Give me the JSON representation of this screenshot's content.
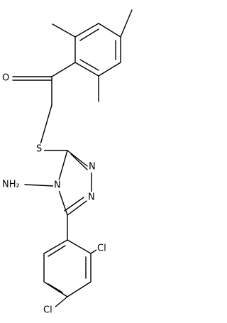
{
  "structure": {
    "labels": {
      "oxygen": "O",
      "sulfur": "S",
      "amine": "NH₂",
      "n4": "N",
      "n2": "N",
      "n1": "N",
      "cl_ortho": "Cl",
      "cl_para": "Cl"
    },
    "colors": {
      "ink": "#000000",
      "background": "#ffffff"
    }
  }
}
